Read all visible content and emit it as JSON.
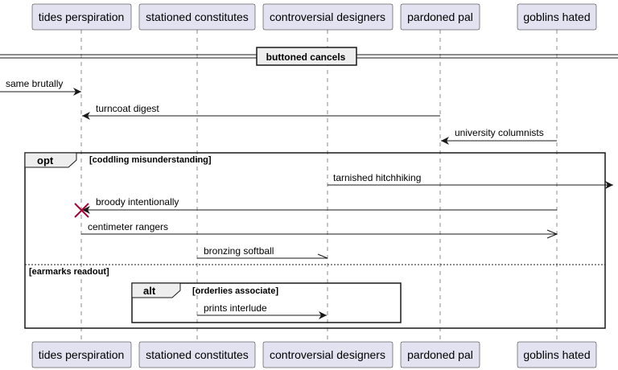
{
  "participants": [
    {
      "id": "p1",
      "label": "tides perspiration"
    },
    {
      "id": "p2",
      "label": "stationed constitutes"
    },
    {
      "id": "p3",
      "label": "controversial designers"
    },
    {
      "id": "p4",
      "label": "pardoned pal"
    },
    {
      "id": "p5",
      "label": "goblins hated"
    }
  ],
  "divider": {
    "label": "buttoned cancels"
  },
  "messages": [
    {
      "label": "same brutally",
      "from": "edge-left",
      "to": "p1",
      "style": "solid"
    },
    {
      "label": "turncoat digest",
      "from": "p4",
      "to": "p1",
      "style": "solid"
    },
    {
      "label": "university columnists",
      "from": "p5",
      "to": "p4",
      "style": "solid"
    },
    {
      "label": "tarnished hitchhiking",
      "from": "p3",
      "to": "edge-right",
      "style": "solid"
    },
    {
      "label": "broody intentionally",
      "from": "p5",
      "to": "p1",
      "style": "solid",
      "destroy": true
    },
    {
      "label": "centimeter rangers",
      "from": "p1",
      "to": "p5",
      "style": "open"
    },
    {
      "label": "bronzing softball",
      "from": "p2",
      "to": "p3",
      "style": "half"
    },
    {
      "label": "prints interlude",
      "from": "p2",
      "to": "p3",
      "style": "solid"
    }
  ],
  "fragments": {
    "opt": {
      "keyword": "opt",
      "condition": "[coddling misunderstanding]",
      "else_condition": "[earmarks readout]"
    },
    "alt": {
      "keyword": "alt",
      "condition": "[orderlies associate]"
    }
  },
  "colors": {
    "participant_fill": "#E2E2F0",
    "participant_border": "#181818",
    "lifeline": "#181818",
    "destroy": "#A80036",
    "fragment_header": "#EEEEEE"
  }
}
